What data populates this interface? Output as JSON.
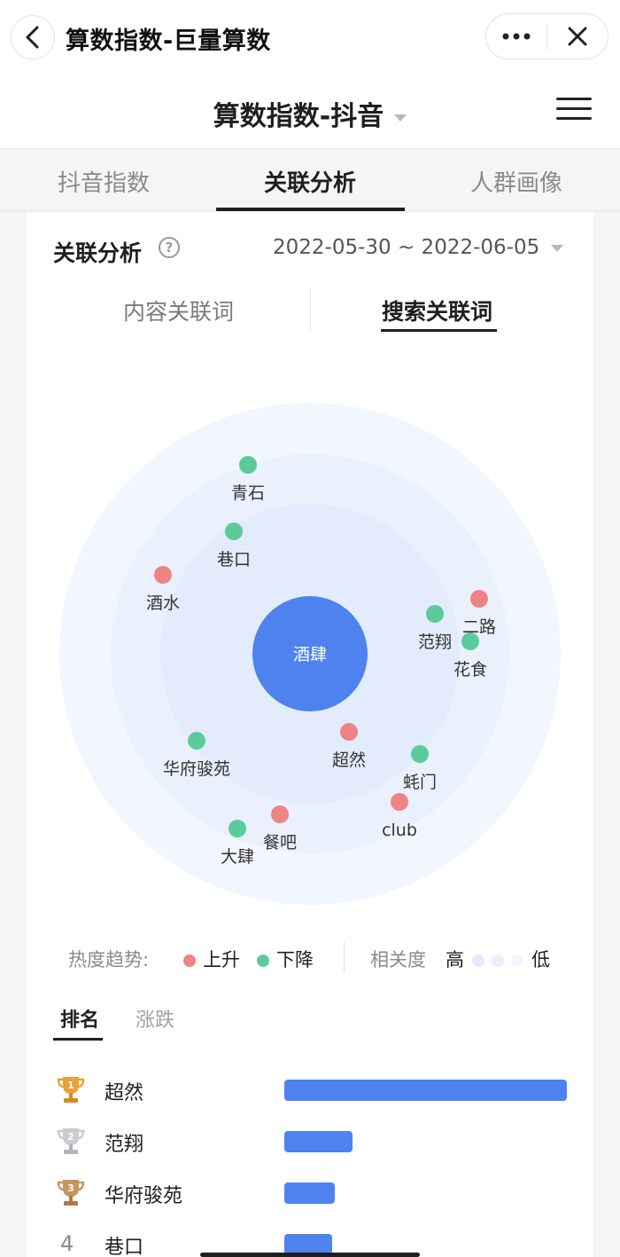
{
  "window": {
    "title": "算数指数-巨量算数"
  },
  "header": {
    "title": "算数指数-抖音"
  },
  "main_tabs": [
    {
      "label": "抖音指数",
      "active": false
    },
    {
      "label": "关联分析",
      "active": true
    },
    {
      "label": "人群画像",
      "active": false
    }
  ],
  "card": {
    "title": "关联分析",
    "help_icon_text": "?",
    "date_range": "2022-05-30 ~ 2022-06-05"
  },
  "sub_tabs": [
    {
      "label": "内容关联词",
      "active": false
    },
    {
      "label": "搜索关联词",
      "active": true
    }
  ],
  "bubble": {
    "center": "酒肆",
    "rise_color": "#ee8485",
    "fall_color": "#5ccb9b",
    "center_color": "#4e83ef",
    "nodes": [
      {
        "label": "青石",
        "trend": "fall"
      },
      {
        "label": "巷口",
        "trend": "fall"
      },
      {
        "label": "酒水",
        "trend": "rise"
      },
      {
        "label": "二路",
        "trend": "rise"
      },
      {
        "label": "范翔",
        "trend": "fall"
      },
      {
        "label": "花食",
        "trend": "fall"
      },
      {
        "label": "超然",
        "trend": "rise"
      },
      {
        "label": "华府骏苑",
        "trend": "fall"
      },
      {
        "label": "蚝门",
        "trend": "fall"
      },
      {
        "label": "club",
        "trend": "rise"
      },
      {
        "label": "餐吧",
        "trend": "rise"
      },
      {
        "label": "大肆",
        "trend": "fall"
      }
    ]
  },
  "legend": {
    "heat_label": "热度趋势:",
    "rise": "上升",
    "fall": "下降",
    "relevance_label": "相关度",
    "high": "高",
    "low": "低"
  },
  "rank_tabs": [
    {
      "label": "排名",
      "active": true
    },
    {
      "label": "涨跌",
      "active": false
    }
  ],
  "ranking": [
    {
      "rank": "1",
      "name": "超然",
      "medal": "gold-trophy-icon",
      "value": 1.0
    },
    {
      "rank": "2",
      "name": "范翔",
      "medal": "silver-trophy-icon",
      "value": 0.24
    },
    {
      "rank": "3",
      "name": "华府骏苑",
      "medal": "bronze-trophy-icon",
      "value": 0.18
    },
    {
      "rank": "4",
      "name": "巷口",
      "medal": "",
      "value": 0.17
    }
  ]
}
